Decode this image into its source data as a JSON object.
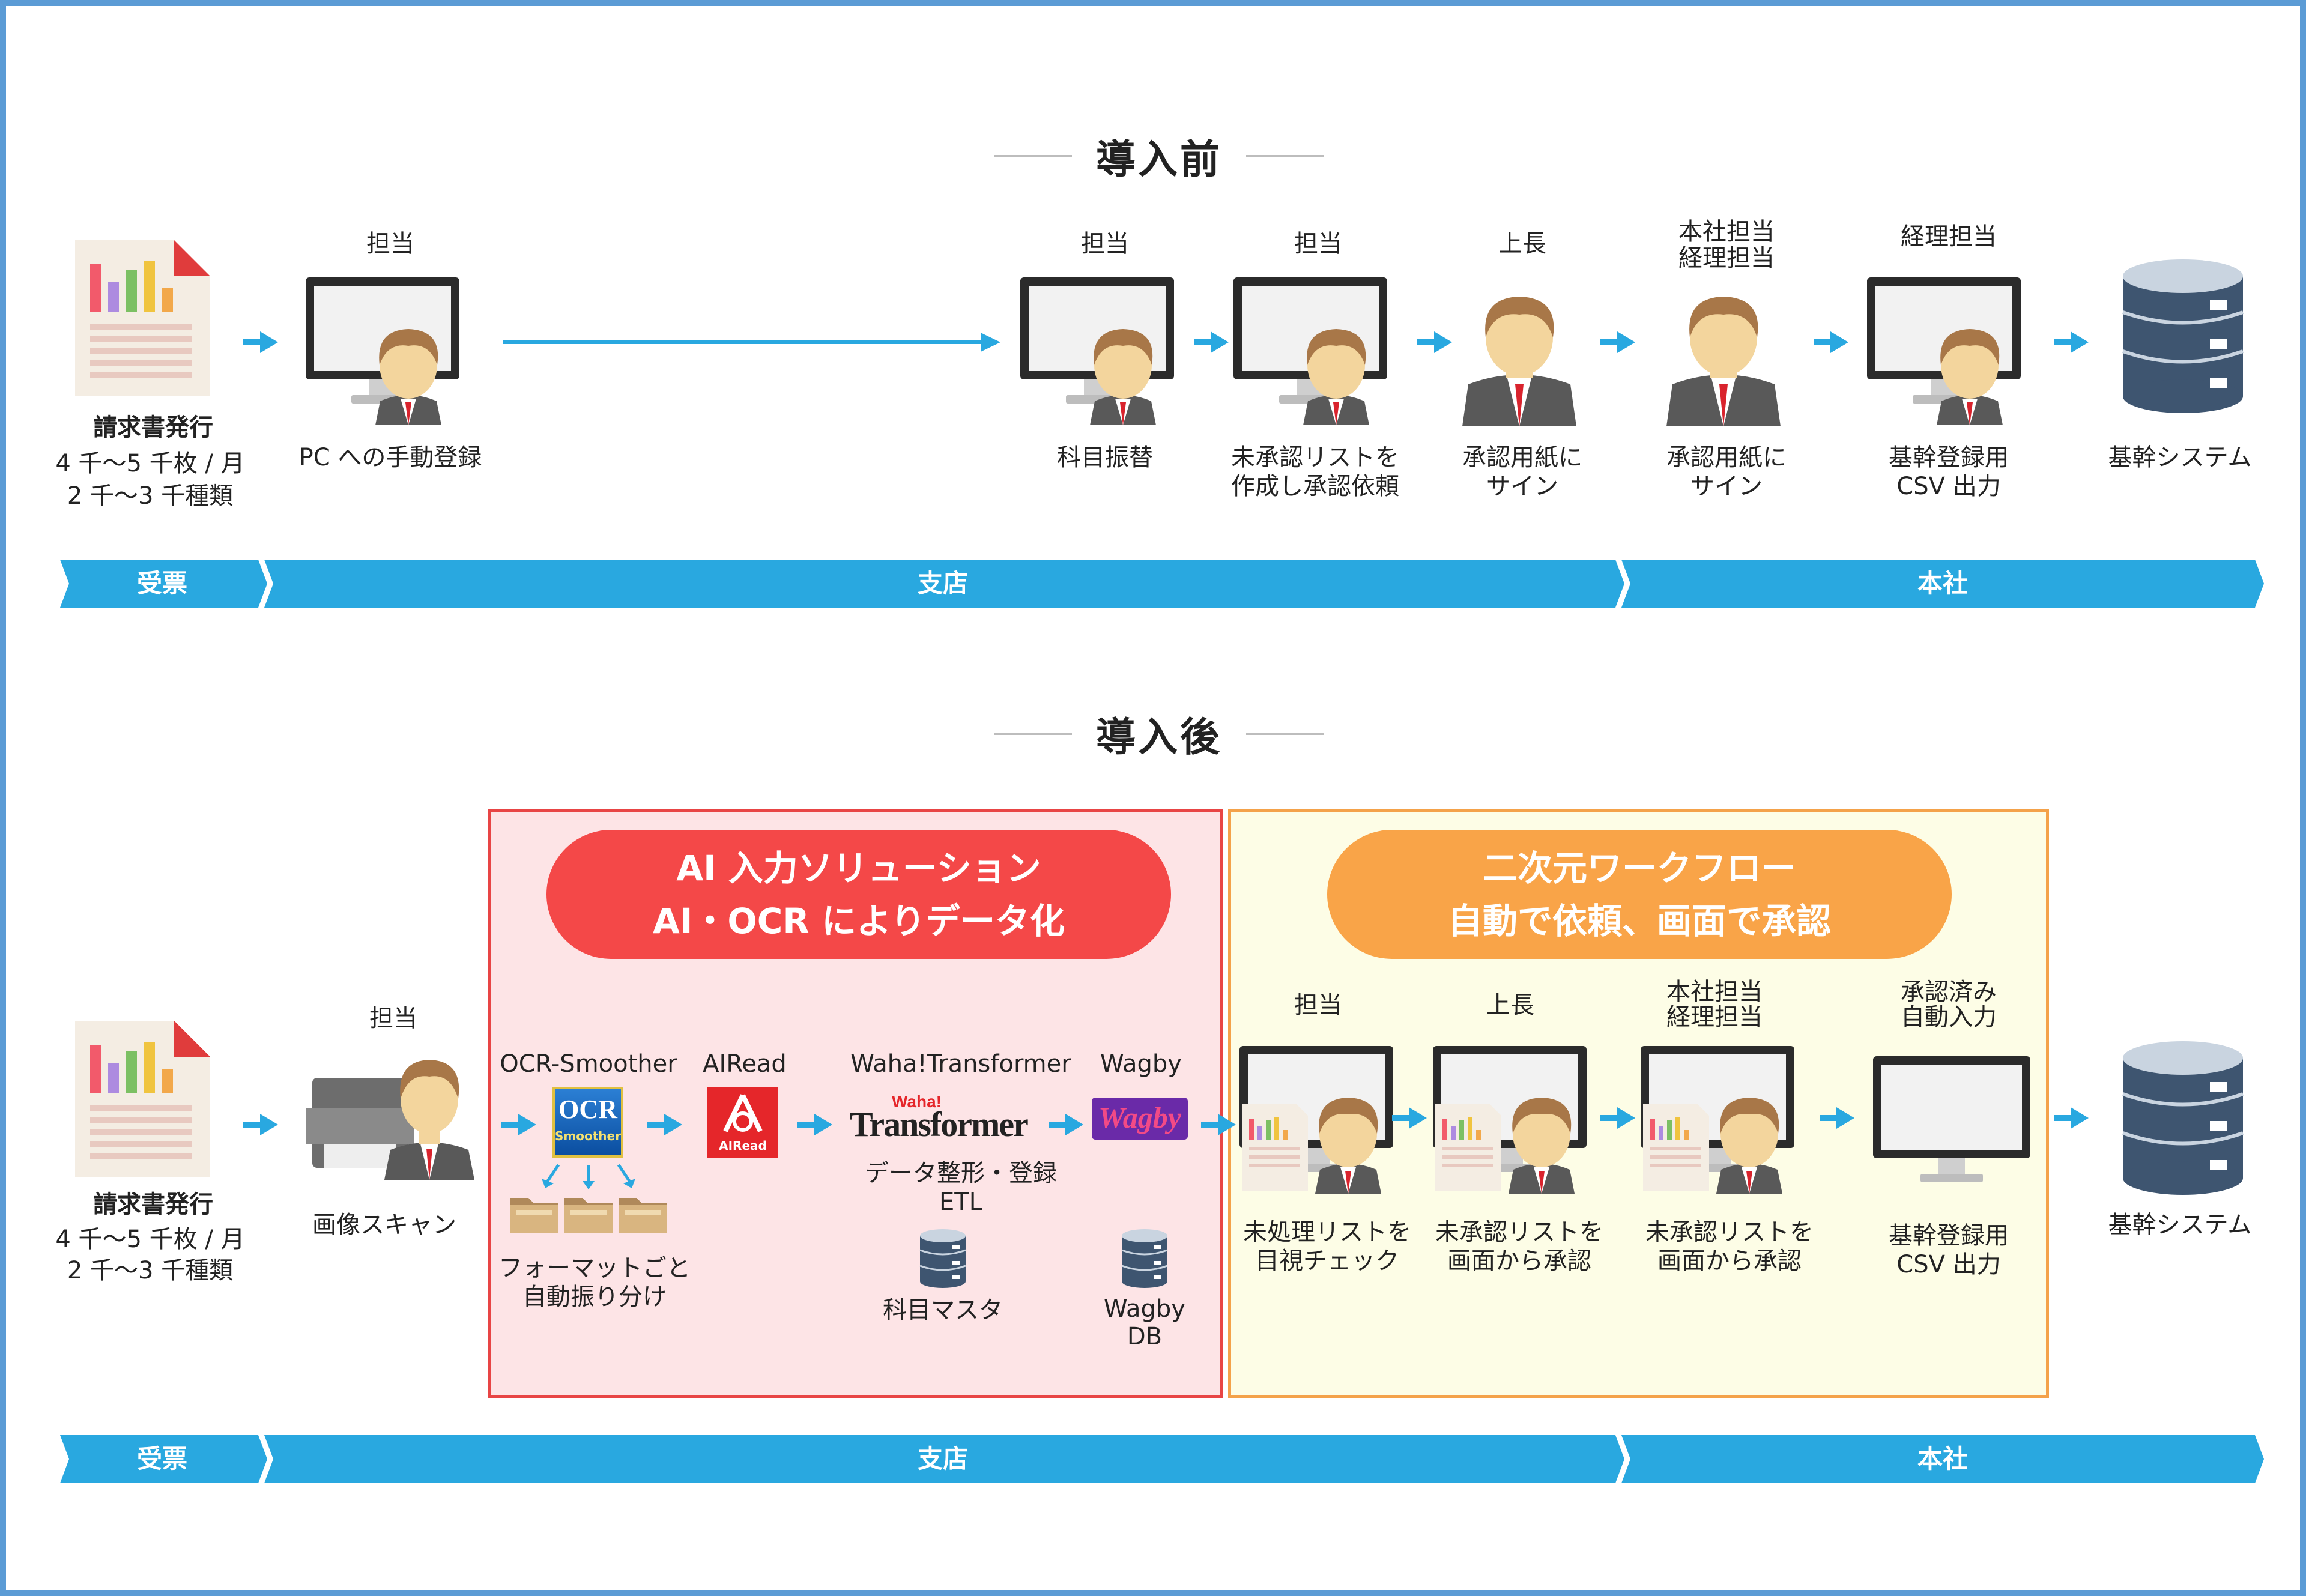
{
  "colors": {
    "frame": "#5b9bd5",
    "arrow": "#29a8e0",
    "band": "#29a8e0",
    "red_panel_border": "#e84545",
    "red_panel_bg": "#fde4e6",
    "red_pill": "#f44848",
    "orange_panel_border": "#f4a24a",
    "orange_panel_bg": "#fdfde6",
    "orange_pill": "#f9a448"
  },
  "before": {
    "heading": "導入前",
    "start": {
      "title": "請求書発行",
      "line1": "4 千〜5 千枚 / 月",
      "line2": "2 千〜3 千種類"
    },
    "pc_register": {
      "role": "担当",
      "caption": "PC への手動登録"
    },
    "steps": [
      {
        "role": "担当",
        "caption": "科目振替",
        "caption2": "",
        "icon": "computer-person-icon"
      },
      {
        "role": "担当",
        "caption": "未承認リストを",
        "caption2": "作成し承認依頼",
        "icon": "computer-person-icon"
      },
      {
        "role": "上長",
        "caption": "承認用紙に",
        "caption2": "サイン",
        "icon": "person-icon"
      },
      {
        "role": "本社担当",
        "role2": "経理担当",
        "caption": "承認用紙に",
        "caption2": "サイン",
        "icon": "person-icon"
      },
      {
        "role": "経理担当",
        "caption": "基幹登録用",
        "caption2": "CSV 出力",
        "icon": "computer-person-icon"
      }
    ],
    "end": {
      "caption": "基幹システム"
    },
    "bands": [
      "受票",
      "支店",
      "本社"
    ]
  },
  "after": {
    "heading": "導入後",
    "start": {
      "title": "請求書発行",
      "line1": "4 千〜5 千枚 / 月",
      "line2": "2 千〜3 千種類"
    },
    "scan": {
      "role": "担当",
      "caption": "画像スキャン"
    },
    "ai_panel": {
      "pill_line1": "AI 入力ソリューション",
      "pill_line2": "AI・OCR によりデータ化",
      "ocr_label": "OCR-Smoother",
      "ocr_logo_top": "OCR",
      "ocr_logo_bottom": "Smoother",
      "ocr_caption1": "フォーマットごと",
      "ocr_caption2": "自動振り分け",
      "airead_label": "AIRead",
      "airead_logo": "AIRead",
      "waha_label": "Waha!Transformer",
      "waha_logo_small": "Waha!",
      "waha_logo": "Transformer",
      "waha_caption1": "データ整形・登録",
      "waha_caption2": "ETL",
      "waha_db": "科目マスタ",
      "wagby_label": "Wagby",
      "wagby_logo": "Wagby",
      "wagby_db1": "Wagby",
      "wagby_db2": "DB"
    },
    "workflow_panel": {
      "pill_line1": "二次元ワークフロー",
      "pill_line2": "自動で依頼、画面で承認",
      "steps": [
        {
          "role": "担当",
          "role2": "",
          "caption": "未処理リストを",
          "caption2": "目視チェック"
        },
        {
          "role": "上長",
          "role2": "",
          "caption": "未承認リストを",
          "caption2": "画面から承認"
        },
        {
          "role": "本社担当",
          "role2": "経理担当",
          "caption": "未承認リストを",
          "caption2": "画面から承認"
        },
        {
          "role": "承認済み",
          "role2": "自動入力",
          "caption": "基幹登録用",
          "caption2": "CSV 出力"
        }
      ]
    },
    "end": {
      "caption": "基幹システム"
    },
    "bands": [
      "受票",
      "支店",
      "本社"
    ]
  }
}
